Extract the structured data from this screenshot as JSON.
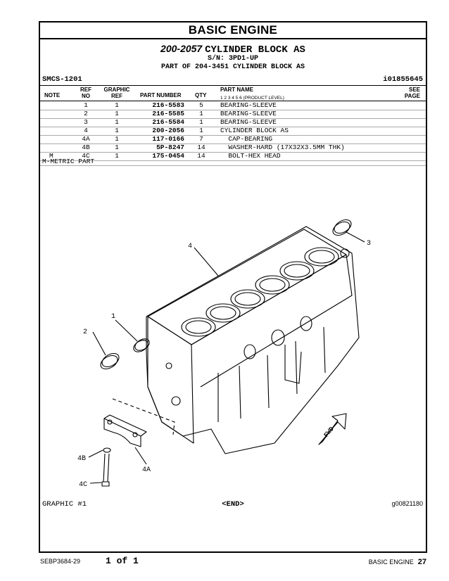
{
  "header": "BASIC ENGINE",
  "title": {
    "number": "200-2057",
    "name": "CYLINDER BLOCK AS"
  },
  "sn_line": "S/N: 3PD1-UP",
  "part_of_line": "PART OF 204-3451 CYLINDER BLOCK AS",
  "smcs": "SMCS-1201",
  "illustration_no": "i01855645",
  "columns": {
    "note": "NOTE",
    "ref_no": "REF\nNO",
    "graphic_ref": "GRAPHIC\nREF",
    "part_number": "PART NUMBER",
    "qty": "QTY",
    "part_name": "PART NAME",
    "product_level": "1   2   3   4   5   6   (PRODUCT LEVEL)",
    "see_page": "SEE\nPAGE"
  },
  "rows": [
    {
      "note": "",
      "ref": "1",
      "gref": "1",
      "pn": "216-5583",
      "qty": "5",
      "name": "BEARING-SLEEVE"
    },
    {
      "note": "",
      "ref": "2",
      "gref": "1",
      "pn": "216-5585",
      "qty": "1",
      "name": "BEARING-SLEEVE"
    },
    {
      "note": "",
      "ref": "3",
      "gref": "1",
      "pn": "216-5584",
      "qty": "1",
      "name": "BEARING-SLEEVE"
    },
    {
      "note": "",
      "ref": "4",
      "gref": "1",
      "pn": "200-2056",
      "qty": "1",
      "name": "CYLINDER BLOCK AS"
    },
    {
      "note": "",
      "ref": "4A",
      "gref": "1",
      "pn": "117-0166",
      "qty": "7",
      "name": "  CAP-BEARING"
    },
    {
      "note": "",
      "ref": "4B",
      "gref": "1",
      "pn": "5P-8247",
      "qty": "14",
      "name": "  WASHER-HARD (17X32X3.5MM THK)"
    },
    {
      "note": "M",
      "ref": "4C",
      "gref": "1",
      "pn": "175-0454",
      "qty": "14",
      "name": "  BOLT-HEX HEAD"
    }
  ],
  "metric_note": "M-METRIC PART",
  "drawing": {
    "callouts": [
      "1",
      "2",
      "3",
      "4",
      "4A",
      "4B",
      "4C"
    ],
    "fwd_label": "FWD"
  },
  "graphic_label": "GRAPHIC #1",
  "end_marker": "<END>",
  "graphic_no": "g00821180",
  "footer": {
    "doc": "SEBP3684-29",
    "pages": "1 of 1",
    "section": "BASIC ENGINE",
    "page": "27"
  }
}
